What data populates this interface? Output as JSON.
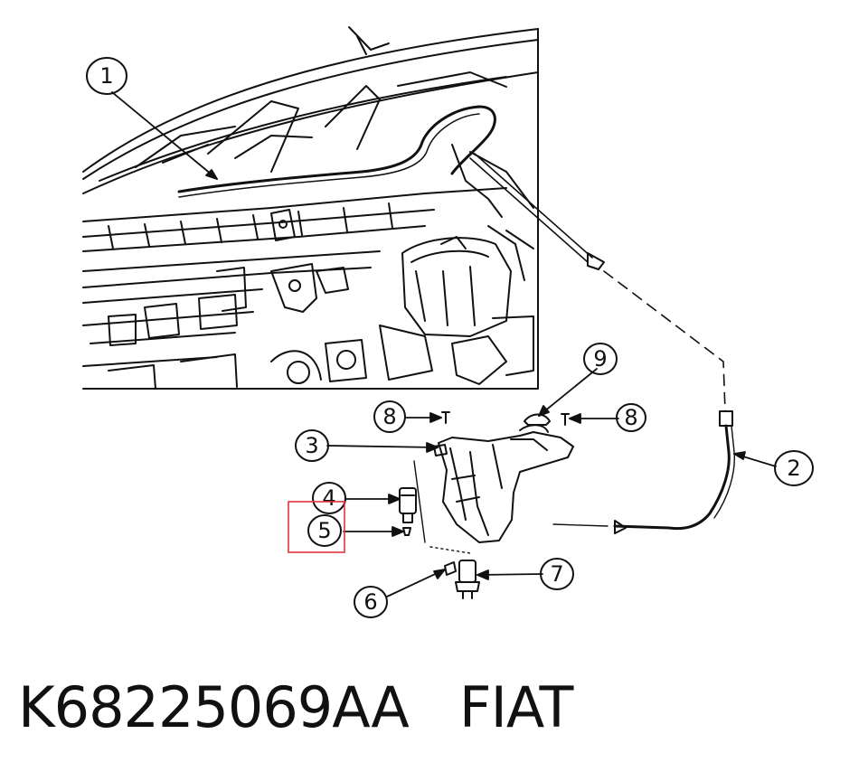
{
  "callouts": [
    {
      "id": "1",
      "label": "1"
    },
    {
      "id": "2",
      "label": "2"
    },
    {
      "id": "3",
      "label": "3"
    },
    {
      "id": "4",
      "label": "4"
    },
    {
      "id": "5",
      "label": "5"
    },
    {
      "id": "6",
      "label": "6"
    },
    {
      "id": "7",
      "label": "7"
    },
    {
      "id": "8a",
      "label": "8"
    },
    {
      "id": "8b",
      "label": "8"
    },
    {
      "id": "9",
      "label": "9"
    }
  ],
  "highlighted_callout": "5",
  "highlight_color": "#e0343c",
  "part_number": "K68225069AA",
  "brand": "FIAT"
}
